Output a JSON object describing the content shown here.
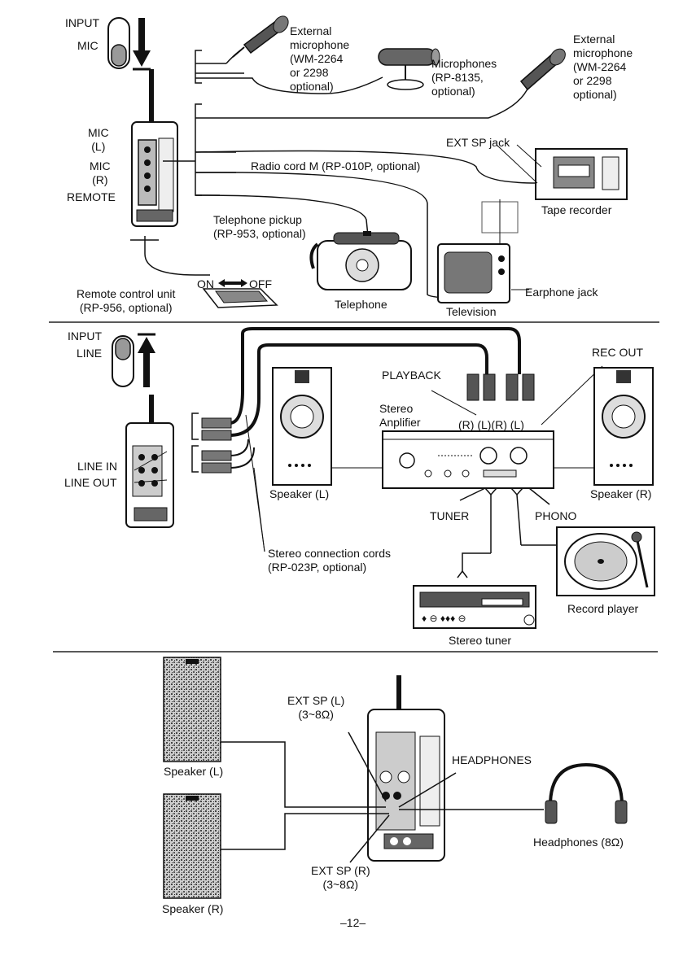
{
  "section1": {
    "input_label": "INPUT",
    "mic_label": "MIC",
    "ext_mic_left": "External\nmicrophone\n(WM-2264\nor 2298\noptional)",
    "microphones": "Microphones\n(RP-8135,\noptional)",
    "ext_mic_right": "External\nmicrophone\n(WM-2264\nor 2298\noptional)",
    "mic_l": "MIC\n(L)",
    "mic_r": "MIC\n(R)",
    "remote": "REMOTE",
    "ext_sp_jack": "EXT SP jack",
    "radio_cord": "Radio cord M (RP-010P, optional)",
    "tape_recorder": "Tape recorder",
    "telephone_pickup": "Telephone pickup\n(RP-953, optional)",
    "on_label": "ON",
    "off_label": "OFF",
    "remote_unit": "Remote control unit\n(RP-956, optional)",
    "telephone": "Telephone",
    "earphone_jack": "Earphone jack",
    "television": "Television"
  },
  "section2": {
    "input_label": "INPUT",
    "line_label": "LINE",
    "rec_out": "REC OUT",
    "playback": "PLAYBACK",
    "stereo_amp": "Stereo\nAnplifier",
    "channels": "(R) (L)(R) (L)",
    "line_in": "LINE IN",
    "line_out": "LINE OUT",
    "speaker_l": "Speaker (L)",
    "speaker_r": "Speaker (R)",
    "tuner": "TUNER",
    "phono": "PHONO",
    "stereo_cords": "Stereo connection cords\n(RP-023P, optional)",
    "record_player": "Record player",
    "stereo_tuner": "Stereo tuner",
    "tuner_controls": "♦ ⊖ ♦♦♦ ⊖"
  },
  "section3": {
    "ext_sp_l": "EXT SP (L)\n(3~8Ω)",
    "headphones_label": "HEADPHONES",
    "speaker_l": "Speaker (L)",
    "headphones": "Headphones (8Ω)",
    "ext_sp_r": "EXT SP (R)\n(3~8Ω)",
    "speaker_r": "Speaker (R)"
  },
  "page_number": "–12–"
}
